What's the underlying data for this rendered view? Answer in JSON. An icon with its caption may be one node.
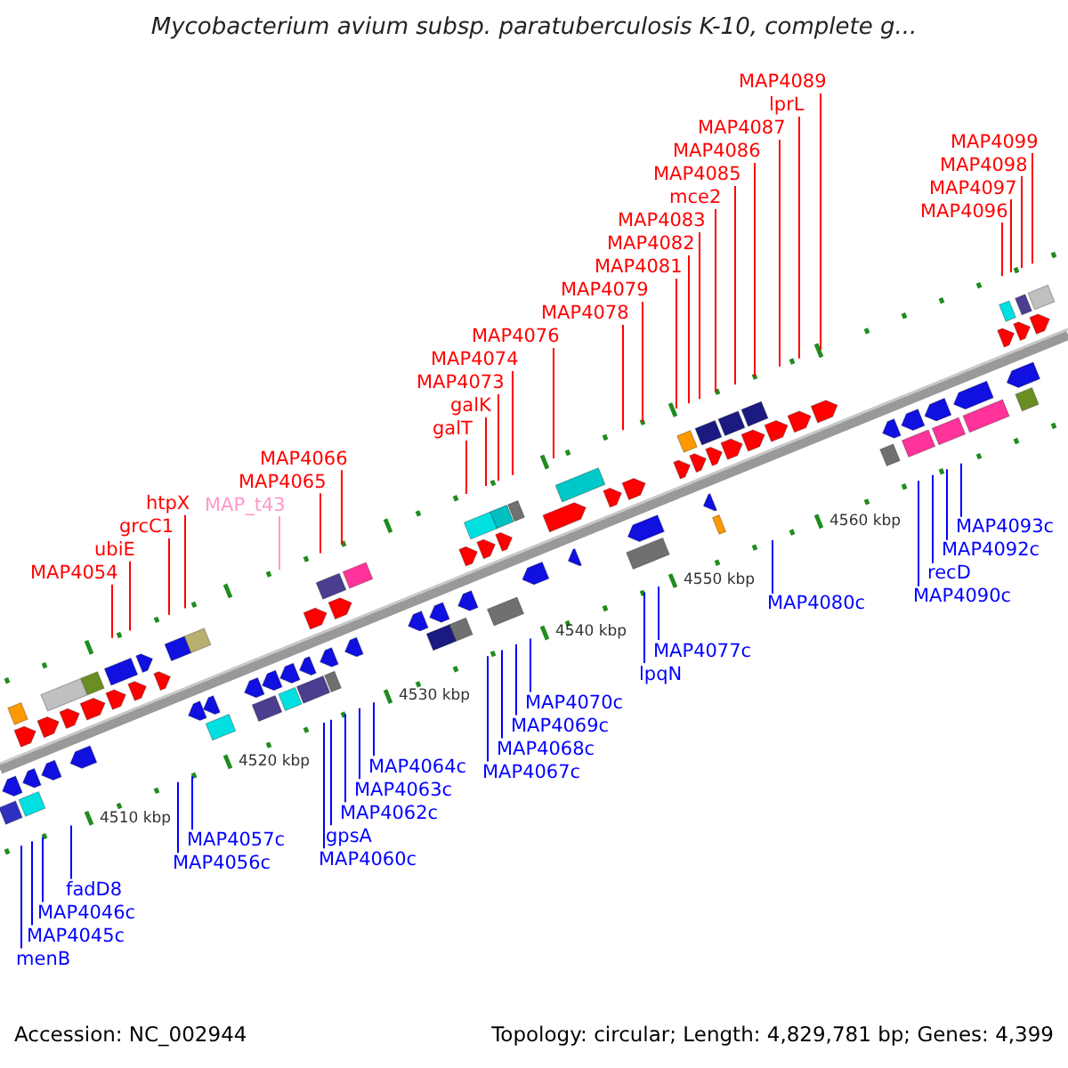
{
  "diagram": {
    "title": "Mycobacterium avium subsp. paratuberculosis K-10, complete g...",
    "nodes": [
      {
        "text": [
          "MAP4054"
        ]
      },
      {
        "text": [
          "ubiE"
        ]
      },
      {
        "text": [
          "grcC1"
        ]
      },
      {
        "text": [
          "htpX"
        ]
      },
      {
        "text": [
          "MAP_t43"
        ]
      },
      {
        "text": [
          "MAP4065"
        ]
      },
      {
        "text": [
          "MAP4066"
        ]
      },
      {
        "text": [
          "galT"
        ]
      },
      {
        "text": [
          "galK"
        ]
      },
      {
        "text": [
          "MAP4073"
        ]
      },
      {
        "text": [
          "MAP4074"
        ]
      },
      {
        "text": [
          "MAP4076"
        ]
      },
      {
        "text": [
          "MAP4078"
        ]
      },
      {
        "text": [
          "MAP4079"
        ]
      },
      {
        "text": [
          "MAP4081"
        ]
      },
      {
        "text": [
          "MAP4082"
        ]
      },
      {
        "text": [
          "MAP4083"
        ]
      },
      {
        "text": [
          "mce2"
        ]
      },
      {
        "text": [
          "MAP4085"
        ]
      },
      {
        "text": [
          "MAP4086"
        ]
      },
      {
        "text": [
          "MAP4087"
        ]
      },
      {
        "text": [
          "lprL"
        ]
      },
      {
        "text": [
          "MAP4089"
        ]
      },
      {
        "text": [
          "MAP4096"
        ]
      },
      {
        "text": [
          "MAP4097"
        ]
      },
      {
        "text": [
          "MAP4098"
        ]
      },
      {
        "text": [
          "MAP4099"
        ]
      },
      {
        "text": [
          "menB"
        ]
      },
      {
        "text": [
          "MAP4045c"
        ]
      },
      {
        "text": [
          "MAP4046c"
        ]
      },
      {
        "text": [
          "fadD8"
        ]
      },
      {
        "text": [
          "MAP4056c"
        ]
      },
      {
        "text": [
          "MAP4057c"
        ]
      },
      {
        "text": [
          "MAP4060c"
        ]
      },
      {
        "text": [
          "gpsA"
        ]
      },
      {
        "text": [
          "MAP4062c"
        ]
      },
      {
        "text": [
          "MAP4063c"
        ]
      },
      {
        "text": [
          "MAP4064c"
        ]
      },
      {
        "text": [
          "MAP4067c"
        ]
      },
      {
        "text": [
          "MAP4068c"
        ]
      },
      {
        "text": [
          "MAP4069c"
        ]
      },
      {
        "text": [
          "MAP4070c"
        ]
      },
      {
        "text": [
          "lpqN"
        ]
      },
      {
        "text": [
          "MAP4077c"
        ]
      },
      {
        "text": [
          "MAP4080c"
        ]
      },
      {
        "text": [
          "MAP4090c"
        ]
      },
      {
        "text": [
          "recD"
        ]
      },
      {
        "text": [
          "MAP4092c"
        ]
      },
      {
        "text": [
          "MAP4093c"
        ]
      }
    ],
    "edges": [
      {
        "from": 0,
        "to": null,
        "arrow": "none"
      },
      {
        "from": 1,
        "to": null,
        "arrow": "none"
      },
      {
        "from": 2,
        "to": null,
        "arrow": "none"
      },
      {
        "from": 3,
        "to": null,
        "arrow": "none"
      },
      {
        "from": 4,
        "to": null,
        "arrow": "none",
        "color": "#ff99cc"
      },
      {
        "from": 5,
        "to": null,
        "arrow": "none"
      },
      {
        "from": 6,
        "to": null,
        "arrow": "none"
      },
      {
        "from": 7,
        "to": null,
        "arrow": "none"
      },
      {
        "from": 8,
        "to": null,
        "arrow": "none"
      },
      {
        "from": 9,
        "to": null,
        "arrow": "none"
      },
      {
        "from": 10,
        "to": null,
        "arrow": "none"
      },
      {
        "from": 11,
        "to": null,
        "arrow": "none"
      },
      {
        "from": 12,
        "to": null,
        "arrow": "none"
      },
      {
        "from": 13,
        "to": null,
        "arrow": "none"
      },
      {
        "from": 14,
        "to": null,
        "arrow": "none"
      },
      {
        "from": 15,
        "to": null,
        "arrow": "none"
      },
      {
        "from": 16,
        "to": null,
        "arrow": "none"
      },
      {
        "from": 17,
        "to": null,
        "arrow": "none"
      },
      {
        "from": 18,
        "to": null,
        "arrow": "none"
      },
      {
        "from": 19,
        "to": null,
        "arrow": "none"
      },
      {
        "from": 20,
        "to": null,
        "arrow": "none"
      },
      {
        "from": 21,
        "to": null,
        "arrow": "none"
      },
      {
        "from": 22,
        "to": null,
        "arrow": "none"
      },
      {
        "from": 23,
        "to": null,
        "arrow": "none"
      },
      {
        "from": 24,
        "to": null,
        "arrow": "none"
      },
      {
        "from": 25,
        "to": null,
        "arrow": "none"
      },
      {
        "from": 26,
        "to": null,
        "arrow": "none"
      },
      {
        "from": 27,
        "to": null,
        "arrow": "none",
        "color": "#0000ff"
      },
      {
        "from": 28,
        "to": null,
        "arrow": "none",
        "color": "#0000ff"
      },
      {
        "from": 29,
        "to": null,
        "arrow": "none",
        "color": "#0000ff"
      },
      {
        "from": 30,
        "to": null,
        "arrow": "none",
        "color": "#0000ff"
      },
      {
        "from": 31,
        "to": null,
        "arrow": "none",
        "color": "#0000ff"
      },
      {
        "from": 32,
        "to": null,
        "arrow": "none",
        "color": "#0000ff"
      },
      {
        "from": 33,
        "to": null,
        "arrow": "none",
        "color": "#0000ff"
      },
      {
        "from": 34,
        "to": null,
        "arrow": "none",
        "color": "#0000ff"
      },
      {
        "from": 35,
        "to": null,
        "arrow": "none",
        "color": "#0000ff"
      },
      {
        "from": 36,
        "to": null,
        "arrow": "none",
        "color": "#0000ff"
      },
      {
        "from": 37,
        "to": null,
        "arrow": "none",
        "color": "#0000ff"
      },
      {
        "from": 38,
        "to": null,
        "arrow": "none",
        "color": "#0000ff"
      },
      {
        "from": 39,
        "to": null,
        "arrow": "none",
        "color": "#0000ff"
      },
      {
        "from": 40,
        "to": null,
        "arrow": "none",
        "color": "#0000ff"
      },
      {
        "from": 41,
        "to": null,
        "arrow": "none",
        "color": "#0000ff"
      },
      {
        "from": 42,
        "to": null,
        "arrow": "none",
        "color": "#0000ff"
      },
      {
        "from": 43,
        "to": null,
        "arrow": "none",
        "color": "#0000ff"
      },
      {
        "from": 44,
        "to": null,
        "arrow": "none",
        "color": "#0000ff"
      },
      {
        "from": 45,
        "to": null,
        "arrow": "none",
        "color": "#0000ff"
      },
      {
        "from": 46,
        "to": null,
        "arrow": "none",
        "color": "#0000ff"
      },
      {
        "from": 47,
        "to": null,
        "arrow": "none",
        "color": "#0000ff"
      },
      {
        "from": 48,
        "to": null,
        "arrow": "none",
        "color": "#0000ff"
      }
    ],
    "labels": [
      "4560 kbp",
      "4550 kbp",
      "4540 kbp",
      "4530 kbp",
      "4520 kbp",
      "4510 kbp",
      "Accession: NC_002944",
      "Topology: circular; Length: 4,829,781 bp; Genes: 4,399"
    ]
  }
}
